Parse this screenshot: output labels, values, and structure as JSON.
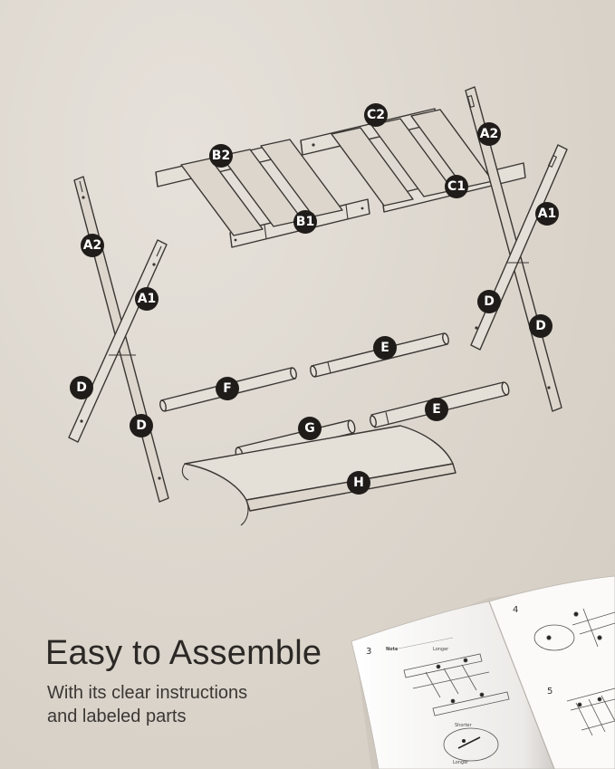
{
  "heading": "Easy to Assemble",
  "subheading_line1": "With its clear instructions",
  "subheading_line2": "and labeled parts",
  "part_labels": {
    "a2_left": "A2",
    "a1_left": "A1",
    "d_left_upper": "D",
    "d_left_lower": "D",
    "b2": "B2",
    "b1": "B1",
    "c2": "C2",
    "c1": "C1",
    "a2_right": "A2",
    "a1_right": "A1",
    "d_right_left": "D",
    "d_right_right": "D",
    "e_upper": "E",
    "e_lower": "E",
    "f": "F",
    "g": "G",
    "h": "H"
  },
  "booklet": {
    "page_left_number": "3",
    "page_left_heading": "Note",
    "label_longer_top": "Longer",
    "label_shorter": "Shorter",
    "label_longer_bottom": "Longer",
    "page_right_number_top": "4",
    "page_right_number_bottom": "5"
  },
  "colors": {
    "background": "#ddd7ce",
    "line": "#3a3632",
    "badge": "#1f1c1a",
    "heading_text": "#2b2825"
  }
}
